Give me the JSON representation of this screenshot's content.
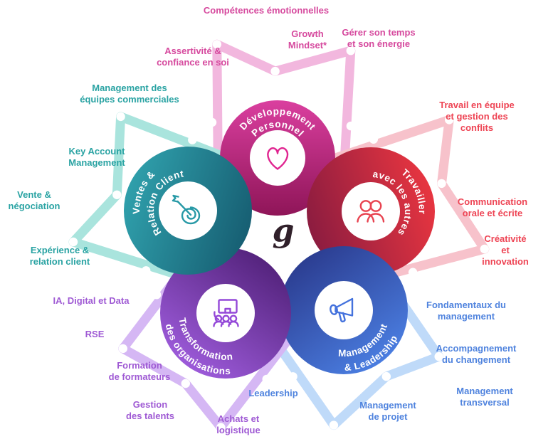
{
  "center": {
    "logo": "g"
  },
  "petals": [
    {
      "id": "developpement-personnel",
      "ring_lines": [
        "Développement",
        "Personnel"
      ],
      "icon": "heart",
      "colors": {
        "bright": "#da3f9f",
        "dark": "#8f1558",
        "outline": "#f2b7de",
        "label": "#d64a9e",
        "icon": "#e02490"
      },
      "topics": [
        "Compétences émotionnelles",
        "Growth\nMindset*",
        "Gérer son temps\net son énergie",
        "Assertivité &\nconfiance en soi"
      ]
    },
    {
      "id": "travailler-avec-les-autres",
      "ring_lines": [
        "Travailler",
        "avec les autres"
      ],
      "icon": "people",
      "colors": {
        "bright": "#e73540",
        "dark": "#8c1c40",
        "outline": "#f7c2cb",
        "label": "#ee4454",
        "icon": "#e84350"
      },
      "topics": [
        "Travail en équipe\net gestion des\nconflits",
        "Communication\norale et écrite",
        "Créativité et\ninnovation"
      ]
    },
    {
      "id": "management-leadership",
      "ring_lines": [
        "Management",
        "& Leadership"
      ],
      "icon": "megaphone",
      "colors": {
        "bright": "#4a7de0",
        "dark": "#2c3e92",
        "outline": "#bfdaf9",
        "label": "#4f83de",
        "icon": "#4472dd"
      },
      "topics": [
        "Fondamentaux du\nmanagement",
        "Accompagnement\ndu changement",
        "Management\ntransversal",
        "Management\nde projet",
        "Leadership"
      ]
    },
    {
      "id": "transformation-des-organisations",
      "ring_lines": [
        "Transformation",
        "des organisations"
      ],
      "icon": "organization",
      "colors": {
        "bright": "#9c5ad9",
        "dark": "#55247e",
        "outline": "#d5b7f4",
        "label": "#9f5ad4",
        "icon": "#9448d8"
      },
      "topics": [
        "IA, Digital et Data",
        "RSE",
        "Formation\nde formateurs",
        "Gestion\ndes talents",
        "Achats et\nlogistique"
      ]
    },
    {
      "id": "ventes-relation-client",
      "ring_lines": [
        "Ventes &",
        "Relation Client"
      ],
      "icon": "target",
      "colors": {
        "bright": "#2f9fab",
        "dark": "#175f73",
        "outline": "#a9e4dd",
        "label": "#2aa3a3",
        "icon": "#2799a6"
      },
      "topics": [
        "Management des\néquipes commerciales",
        "Key Account\nManagement",
        "Vente &\nnégociation",
        "Expérience &\nrelation client"
      ]
    }
  ]
}
